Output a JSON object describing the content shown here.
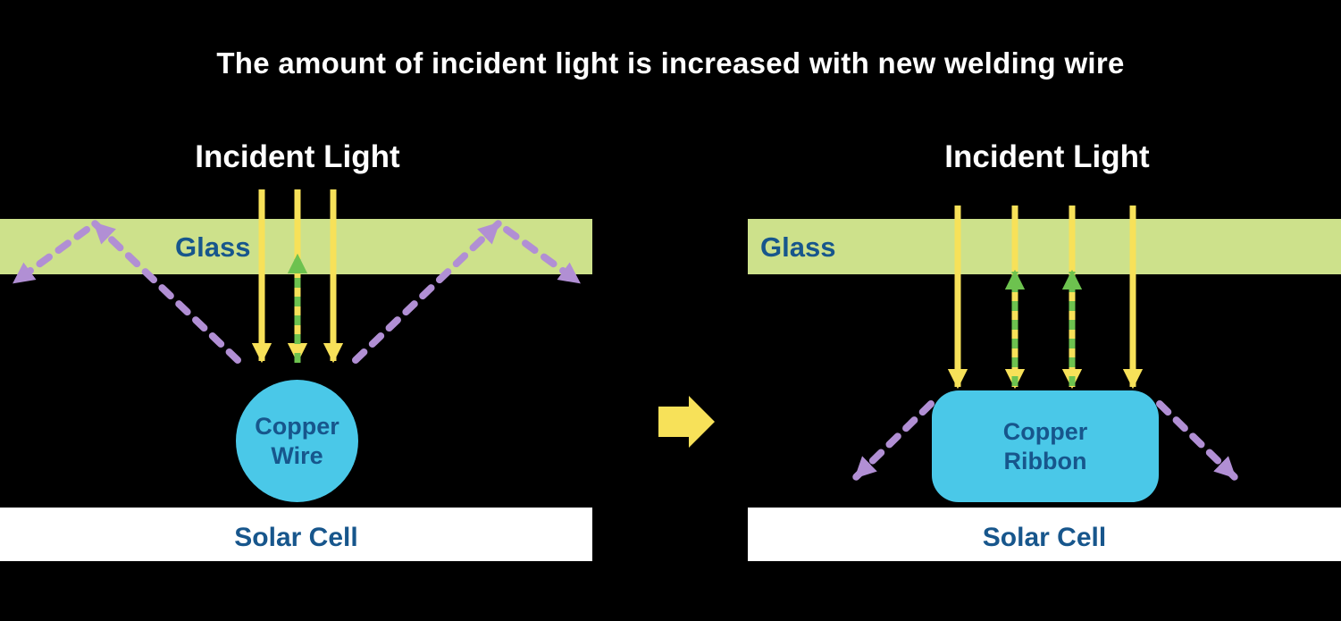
{
  "title": "The amount of incident light is increased with new welding wire",
  "colors": {
    "background": "#000000",
    "title-text": "#ffffff",
    "glass-green": "#cde18b",
    "label-blue": "#17568c",
    "arrow-yellow": "#f7e159",
    "arrow-green": "#6dc24f",
    "arrow-purple": "#b18fd4",
    "copper-cyan": "#4ac8e8",
    "solar-white": "#ffffff"
  },
  "left_panel": {
    "incident_light_label": "Incident Light",
    "glass_label": "Glass",
    "copper_label_line1": "Copper",
    "copper_label_line2": "Wire",
    "solar_cell_label": "Solar Cell"
  },
  "right_panel": {
    "incident_light_label": "Incident Light",
    "glass_label": "Glass",
    "copper_label_line1": "Copper",
    "copper_label_line2": "Ribbon",
    "solar_cell_label": "Solar Cell"
  }
}
